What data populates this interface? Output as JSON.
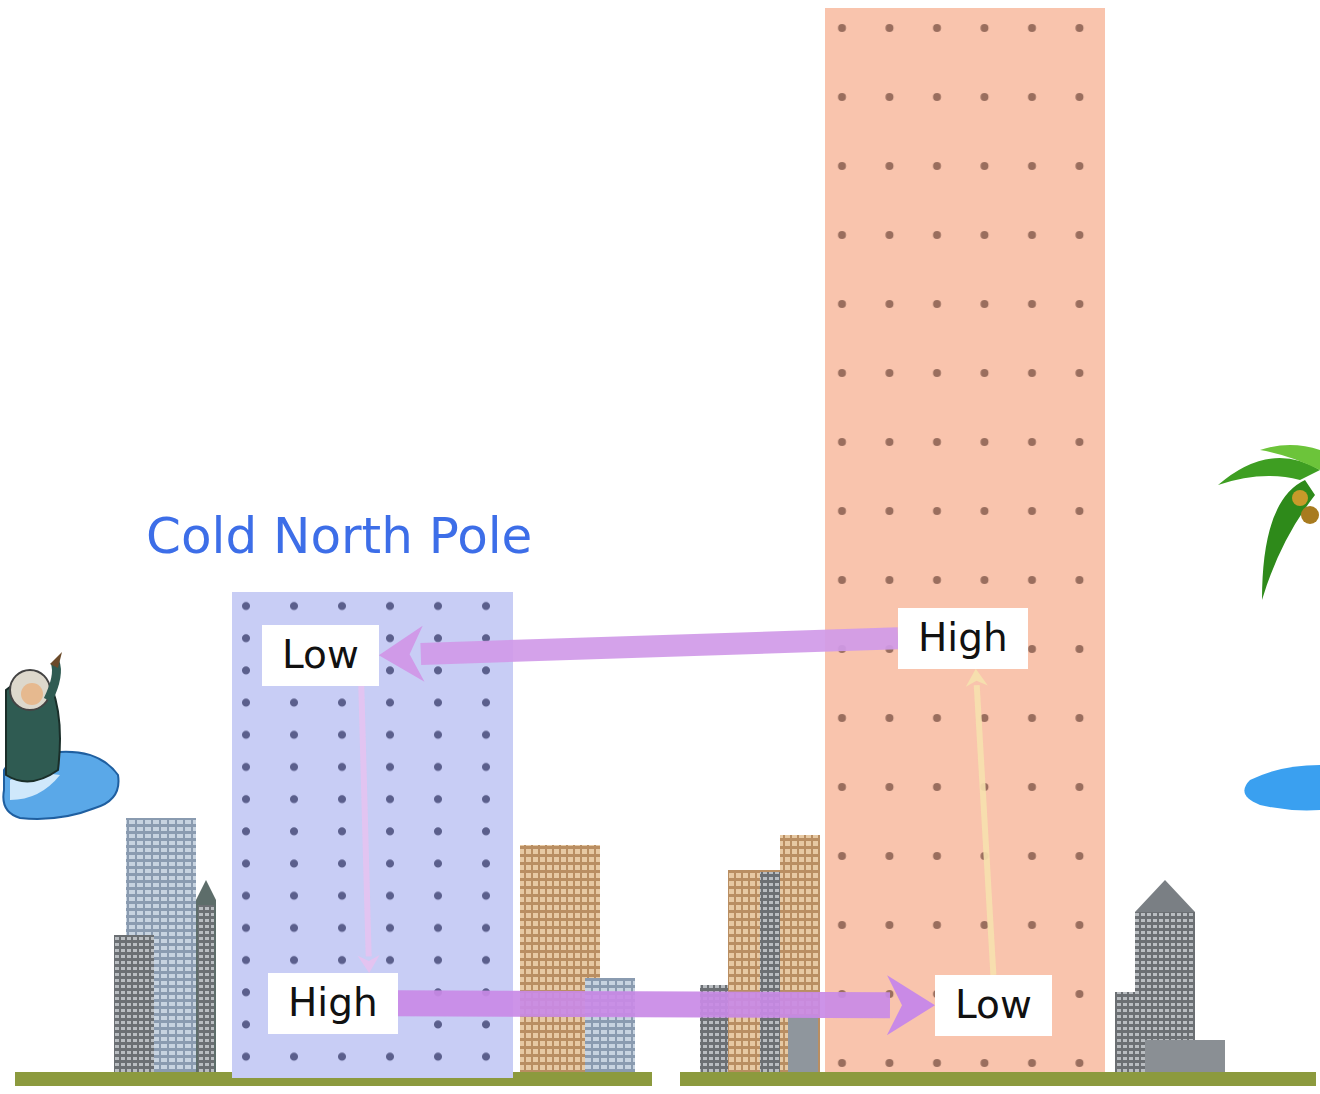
{
  "diagram": {
    "nodes": [
      {
        "text": [
          "Cold North Pole"
        ]
      },
      {
        "text": [
          "Low"
        ],
        "in": 0
      },
      {
        "text": [
          "High"
        ],
        "in": 0
      },
      {
        "text": [
          "High"
        ]
      },
      {
        "text": [
          "Low"
        ]
      }
    ],
    "edges": [
      {
        "from": 1,
        "to": 2,
        "arrow": "to"
      },
      {
        "from": 2,
        "to": 4,
        "arrow": "to"
      },
      {
        "from": 4,
        "to": 3,
        "arrow": "to"
      },
      {
        "from": 3,
        "to": 1,
        "arrow": "to"
      }
    ]
  }
}
